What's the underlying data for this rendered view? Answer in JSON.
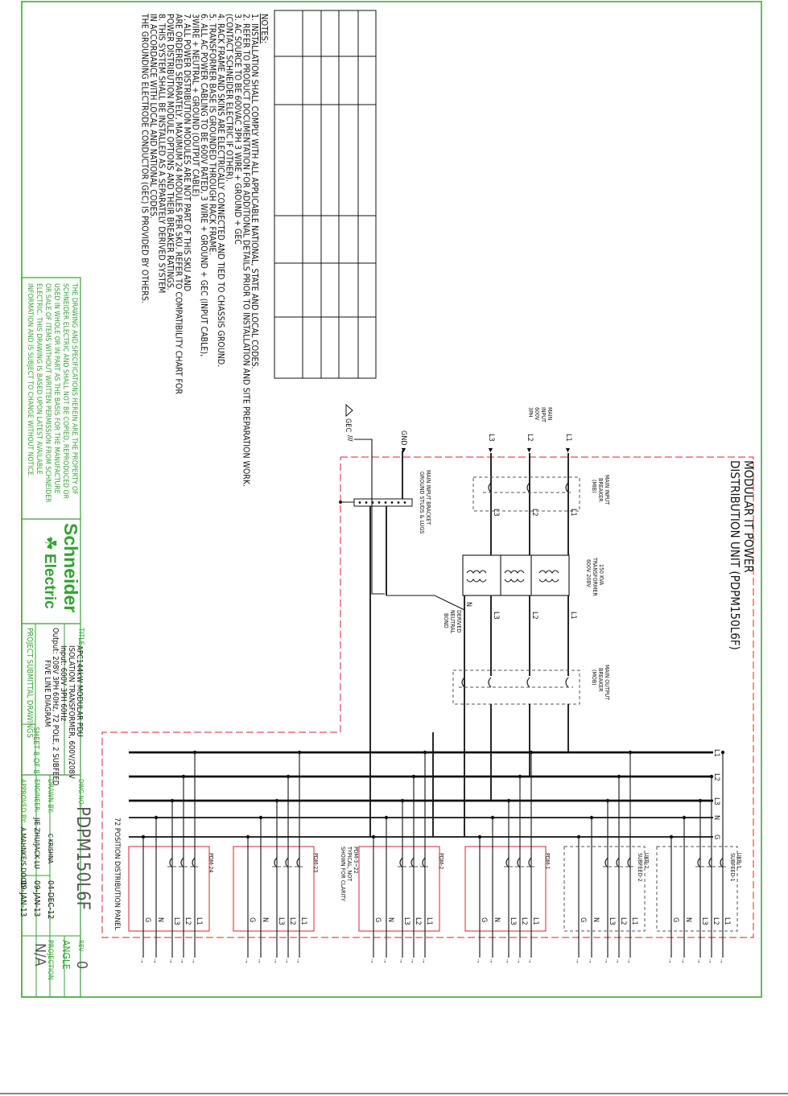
{
  "notes": {
    "heading": "NOTES:",
    "lines": [
      "1.  INSTALLATION SHALL COMPLY WITH ALL APPLICABLE NATIONAL, STATE AND LOCAL CODES.",
      "2.  REFER TO PRODUCT DOCUMENTATION FOR ADDITIONAL DETAILS PRIOR TO INSTALLATION AND SITE PREPARATION WORK.",
      "3.  AC SOURCE TO BE 600VAC 3PH 3 WIRE + GROUND + GEC",
      "     (CONTACT SCHNEIDER ELECTRIC IF OTHER).",
      "4.  RACK FRAME AND SKINS ARE ELECTRICALLY CONNECTED AND TIED TO CHASSIS GROUND.",
      "5.  TRANSFORMER BASE IS GROUNDED THROUGH RACK FRAME.",
      "6.  ALL AC POWER CABLING TO BE 600V RATED, 3 WIRE + GROUND + GEC (INPUT CABLE),",
      "     3WIRE + NEUTRAL + GROUND (OUTPUT CABLE)",
      "7.  ALL POWER DISTRIBUTION MODULES ARE NOT PART OF THIS SKU AND",
      "     ARE ORDERED SEPARATELY, MAXIMUM 24 MODULES PER SKU. REFER TO COMPATIBILITY CHART FOR",
      "     POWER DISTRIBUTION MODULE OPTIONS AND THEIR BREAKER RATINGS.",
      "8.  THIS SYSTEM SHALL BE INSTALLED AS A SEPARATELY DERIVED SYSTEM",
      "     IN ACCORDANCE WITH LOCAL AND NATIONAL CODES.",
      "     THE GROUNDING ELECTRODE CONDUCTOR (GEC) IS PROVIDED BY OTHERS."
    ]
  },
  "proprietary": "THE DRAWING AND SPECIFICATIONS HEREIN ARE THE PROPERTY OF SCHNEIDER ELECTRIC AND SHALL NOT BE COPIED, REPRODUCED OR USED IN WHOLE OR IN PART AS THE BASIS FOR THE MANUFACTURE OR SALE OF ITEMS WITHOUT WRITTEN PERMISSION FROM SCHNEIDER ELECTRIC. THIS DRAWING IS BASED UPON LATEST AVAILABLE INFORMATION AND IS SUBJECT TO CHANGE WITHOUT NOTICE.",
  "proprietary_lines": [
    "THE DRAWING AND SPECIFICATIONS HEREIN ARE THE PROPERTY OF",
    "SCHNEIDER ELECTRIC AND SHALL NOT BE COPIED, REPRODUCED OR",
    "USED IN WHOLE OR IN PART AS THE BASIS FOR THE MANUFACTURE",
    "OR SALE OF ITEMS WITHOUT WRITTEN PERMISSION FROM SCHNEIDER",
    "ELECTRIC. THIS DRAWING IS BASED UPON LATEST AVAILABLE",
    "INFORMATION AND IS SUBJECT TO CHANGE WITHOUT NOTICE."
  ],
  "logo": {
    "line1": "Schneider",
    "line2": "Electric"
  },
  "title_block": {
    "title_label": "TITLE:",
    "title_lines": [
      "APC144kW MODULAR PDU",
      "ISOLATION TRANSFORMER, 600V/208V",
      "Input: 600V 3PH 60Hz",
      "Output: 208V 3PH 60Hz, 72 POLE, 2 SUBFEED",
      "FIVE LINE DIAGRAM"
    ],
    "project": "PROJECT SUBMITTAL DRAWINGS",
    "sheet": "SHEET  8 OF 8",
    "dwg_no_label": "DWG NO:",
    "dwg_no": "PDPM150L6F",
    "drawn_label": "DRAWN BY:",
    "drawn": "C KRISHNA",
    "drawn_date": "04-DEC-12",
    "engineer_label": "ENGINEER:",
    "engineer": "JIE ZHU/JACK LU",
    "engineer_date": "09-JAN-13",
    "approved_label": "APPROVED BY:",
    "approved": "A.MAHNKE/S.DOOD",
    "approved_date": "09-JAN-13",
    "rev_label": "REV",
    "rev": "0",
    "angle": "ANGLE",
    "projection": "PROJECTION",
    "na": "N/A"
  },
  "diagram": {
    "title_line1": "MODULAR IT POWER",
    "title_line2": "DISTRIBUTION UNIT (PDPM150L6F)",
    "main_input": [
      "MAIN",
      "INPUT",
      "600V",
      "3PH"
    ],
    "input_lines": [
      "L1",
      "L2",
      "L3"
    ],
    "gnd": "GND",
    "gec": "GEC",
    "mib": [
      "MAIN INPUT",
      "BREAKER",
      "(MIB)"
    ],
    "bracket": [
      "MAIN INPUT BRACKET",
      "GROUND STUDS & LUGS"
    ],
    "transformer": [
      "150 KVA",
      "TRANSFORMER",
      "600V    208V"
    ],
    "neutral_bond": [
      "DERIVED",
      "NEUTRAL",
      "BOND"
    ],
    "neutral": "N",
    "mob": [
      "MAIN OUTPUT",
      "BREAKER",
      "(MOB)"
    ],
    "bus_labels": [
      "L1",
      "L2",
      "L3",
      "N",
      "G"
    ],
    "panel_label": "72 POSITION DISTRIBUTION PANEL",
    "modules": [
      {
        "name": "UKB-1",
        "sub": "SUBFEED-1"
      },
      {
        "name": "UKB-2",
        "sub": "SUBFEED-2"
      },
      {
        "name": "PDM-1",
        "sub": ""
      },
      {
        "name": "PDM-2",
        "sub": ""
      },
      {
        "name": "PDM-23",
        "sub": ""
      },
      {
        "name": "PDM-24",
        "sub": ""
      }
    ],
    "typical": [
      "PDM-3~22",
      "TYPICAL, NOT",
      "SHOWN FOR CLARITY"
    ],
    "output_terms": [
      "L1",
      "L2",
      "L3",
      "N",
      "G"
    ]
  }
}
